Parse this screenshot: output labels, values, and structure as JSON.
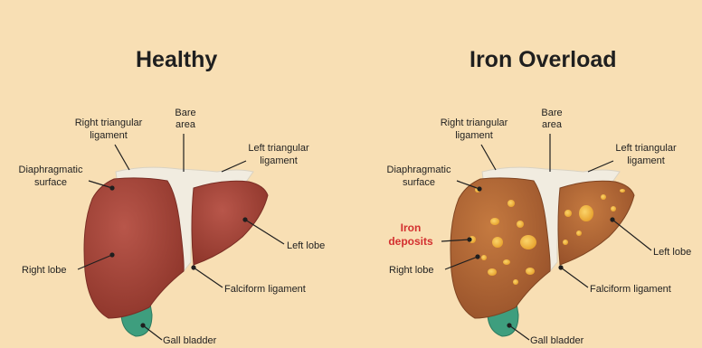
{
  "title": "",
  "panels": [
    {
      "heading": "Healthy",
      "labels": {
        "bare_area_1": "Bare",
        "bare_area_2": "area",
        "right_tri_1": "Right triangular",
        "right_tri_2": "ligament",
        "left_tri_1": "Left triangular",
        "left_tri_2": "ligament",
        "diaph_1": "Diaphragmatic",
        "diaph_2": "surface",
        "right_lobe": "Right lobe",
        "left_lobe": "Left lobe",
        "falciform": "Falciform ligament",
        "gall_bladder": "Gall bladder"
      }
    },
    {
      "heading": "Iron Overload",
      "labels": {
        "bare_area_1": "Bare",
        "bare_area_2": "area",
        "right_tri_1": "Right triangular",
        "right_tri_2": "ligament",
        "left_tri_1": "Left triangular",
        "left_tri_2": "ligament",
        "diaph_1": "Diaphragmatic",
        "diaph_2": "surface",
        "right_lobe": "Right lobe",
        "left_lobe": "Left lobe",
        "falciform": "Falciform ligament",
        "gall_bladder": "Gall bladder",
        "iron_1": "Iron",
        "iron_2": "deposits"
      }
    }
  ],
  "colors": {
    "background": "#f8dfb4",
    "healthy_liver": "#a8483c",
    "overload_liver": "#b96a34",
    "iron_deposit": "#f0b63a",
    "ligament": "#f1ece0",
    "gall_bladder": "#3e9e7e",
    "iron_label": "#d32f2f"
  }
}
